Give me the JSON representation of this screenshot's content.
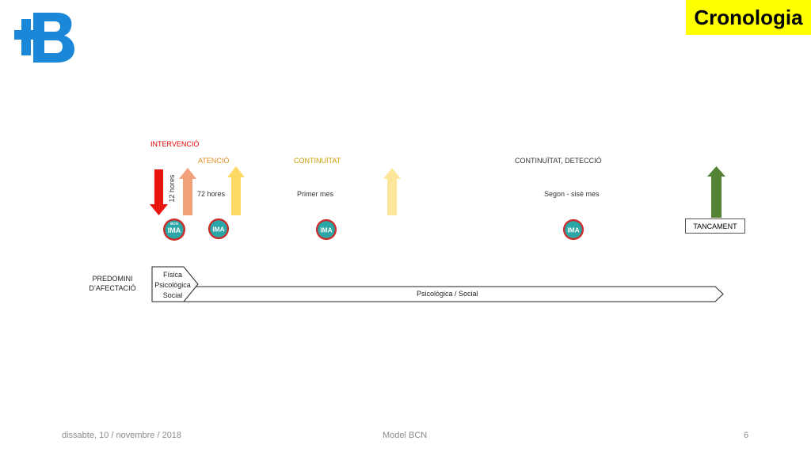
{
  "slide": {
    "title": "Cronologia",
    "title_bg": "#ffff00"
  },
  "logo": {
    "name": "barcelona-b-logo",
    "color": "#1a87d9"
  },
  "timeline": {
    "intervencio": "INTERVENCIÓ",
    "atencio": "ATENCIÓ",
    "continuitat": "CONTINUÏTAT",
    "continuitat_deteccio": "CONTINUÏTAT, DETECCIÓ",
    "hores_12": "12 hores",
    "hores_72": "72 hores",
    "primer_mes": "Primer mes",
    "segon_sise_mes": "Segon - sisè mes",
    "tancament": "TANCAMENT",
    "badge_top": "BCN",
    "badge_text": "IMA",
    "colors": {
      "red": "#e8150f",
      "salmon": "#f2a27a",
      "yellow": "#ffd966",
      "pale_yellow": "#fde69a",
      "green": "#548235",
      "badge_ring": "#c9302c",
      "badge_fill": "#2aa6a6"
    }
  },
  "predomini": {
    "label_line1": "PREDOMINI",
    "label_line2": "D’AFECTACIÓ",
    "first_line1": "Física",
    "first_line2": "Psicològica",
    "first_line3": "Social",
    "second": "Psicològica / Social"
  },
  "footer": {
    "date": "dissabte, 10 / novembre / 2018",
    "center": "Model BCN",
    "page": "6"
  }
}
